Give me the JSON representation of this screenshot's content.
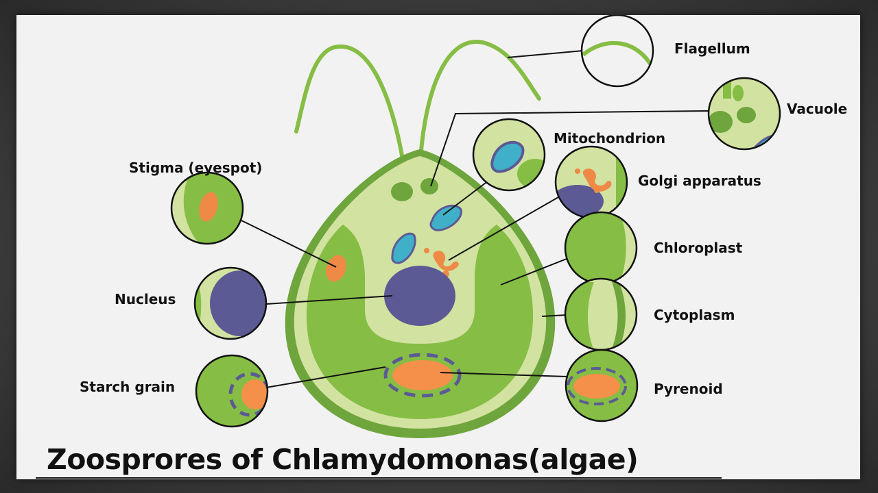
{
  "title": "Zoosprores of Chlamydomonas(algae)",
  "labels": {
    "flagellum": "Flagellum",
    "vacuole": "Vacuole",
    "mitochondrion": "Mitochondrion",
    "golgi": "Golgi apparatus",
    "chloroplast": "Chloroplast",
    "cytoplasm": "Cytoplasm",
    "pyrenoid": "Pyrenoid",
    "stigma": "Stigma (eyespot)",
    "nucleus": "Nucleus",
    "starch": "Starch grain"
  },
  "colors": {
    "cell_outer": "#6ea53c",
    "cytoplasm": "#d2e2a0",
    "chloroplast": "#86bd45",
    "nucleus": "#5c5a95",
    "stigma": "#ee8a45",
    "pyrenoid": "#f4904a",
    "mitochondrion": "#3fb0c8",
    "vacuole": "#5f9a3a",
    "leader_line": "#111111"
  }
}
